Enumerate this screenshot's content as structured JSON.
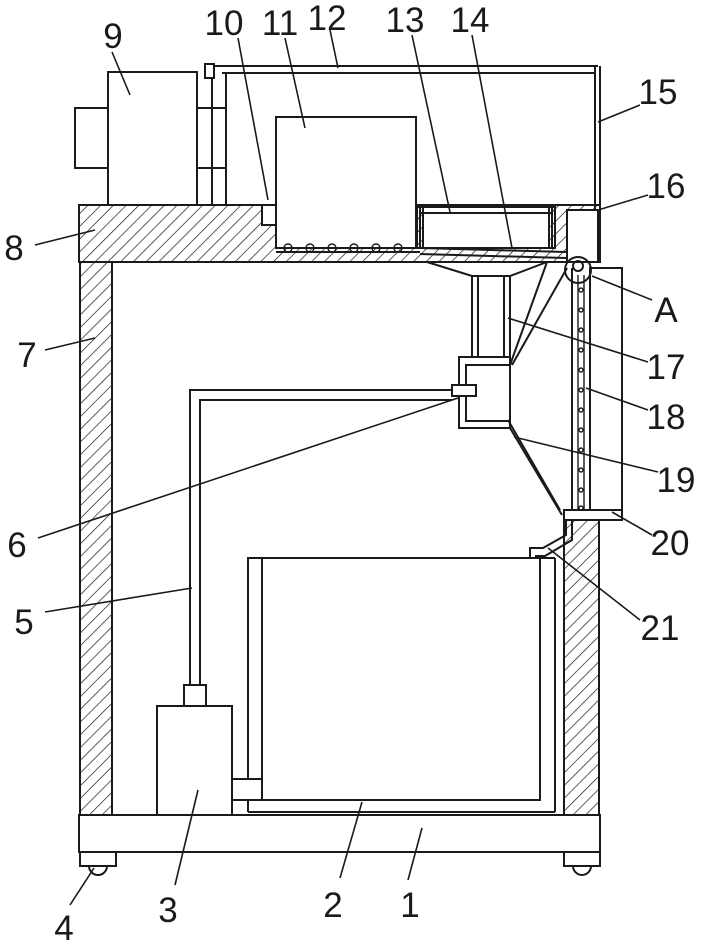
{
  "labels": {
    "n1": "1",
    "n2": "2",
    "n3": "3",
    "n4": "4",
    "n5": "5",
    "n6": "6",
    "n7": "7",
    "n8": "8",
    "n9": "9",
    "n10": "10",
    "n11": "11",
    "n12": "12",
    "n13": "13",
    "n14": "14",
    "n15": "15",
    "n16": "16",
    "n17": "17",
    "n18": "18",
    "n19": "19",
    "n20": "20",
    "n21": "21",
    "nA": "A"
  }
}
